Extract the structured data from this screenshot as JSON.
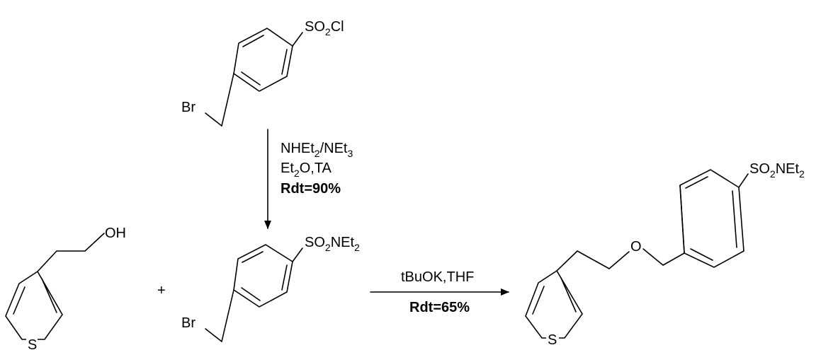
{
  "scheme": {
    "start": {
      "label_group": {
        "main": "SO",
        "sub": "2",
        "tail": "Cl"
      },
      "label_br": "Br"
    },
    "step1": {
      "line1": {
        "a": "NHEt",
        "a_sub": "2",
        "b": "/NEt",
        "b_sub": "3"
      },
      "line2": {
        "a": "Et",
        "a_sub": "2",
        "b": "O,TA"
      },
      "line3": "Rdt=90%"
    },
    "intermediate": {
      "label_group": {
        "main": "SO",
        "sub": "2",
        "tail": "NEt",
        "tail_sub": "2"
      },
      "label_br": "Br"
    },
    "thiophene_alcohol": {
      "label_oh": "OH",
      "label_s": "S"
    },
    "plus": "+",
    "step2": {
      "line1": "tBuOK,THF",
      "line2": "Rdt=65%"
    },
    "product": {
      "label_group": {
        "main": "SO",
        "sub": "2",
        "tail": "NEt",
        "tail_sub": "2"
      },
      "label_o": "O",
      "label_s": "S"
    }
  }
}
